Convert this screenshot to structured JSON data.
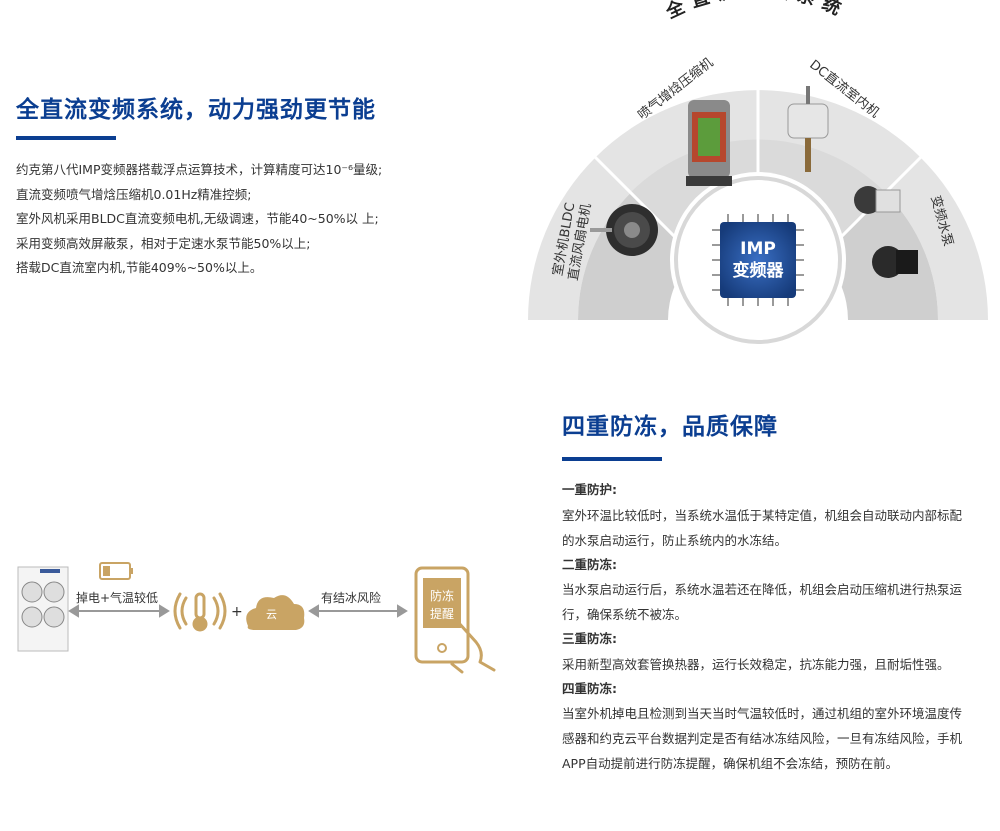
{
  "section1": {
    "title": "全直流变频系统，动力强劲更节能",
    "lines": [
      "约克第八代IMP变频器搭载浮点运算技术，计算精度可达10⁻⁶量级;",
      "直流变频喷气增焓压缩机0.01Hz精准控频;",
      "室外风机采用BLDC直流变频电机,无级调速，节能40~50%以 上;",
      "采用变频高效屏蔽泵，相对于定速水泵节能50%以上;",
      "搭载DC直流室内机,节能409%~50%以上。"
    ]
  },
  "fan_diagram": {
    "arc_title": "全直流变频系统",
    "segments": [
      "室外机BLDC直流风扇电机",
      "喷气增焓压缩机",
      "DC直流室内机",
      "变频水泵"
    ],
    "center_label_line1": "IMP",
    "center_label_line2": "变频器"
  },
  "flow": {
    "step1_label": "掉电+气温较低",
    "plus": "+",
    "cloud_label": "云",
    "step2_label": "有结冰风险",
    "phone_label_line1": "防冻",
    "phone_label_line2": "提醒"
  },
  "section2": {
    "title": "四重防冻，品质保障",
    "items": [
      {
        "head": "一重防护:",
        "body": "室外环温比较低时，当系统水温低于某特定值，机组会自动联动内部标配的水泵启动运行，防止系统内的水冻结。"
      },
      {
        "head": "二重防冻:",
        "body": "当水泵启动运行后，系统水温若还在降低，机组会启动压缩机进行热泵运行，确保系统不被冻。"
      },
      {
        "head": "三重防冻:",
        "body": "采用新型高效套管换热器，运行长效稳定，抗冻能力强，且耐垢性强。"
      },
      {
        "head": "四重防冻:",
        "body": "当室外机掉电且检测到当天当时气温较低时，通过机组的室外环境温度传感器和约克云平台数据判定是否有结冰冻结风险，一旦有冻结风险，手机APP自动提前进行防冻提醒，确保机组不会冻结，预防在前。"
      }
    ]
  },
  "colors": {
    "brand_blue": "#0b3e91",
    "gold": "#c9a464",
    "fan_outer": "#dcdcdc",
    "fan_inner": "#c4c4c4"
  }
}
